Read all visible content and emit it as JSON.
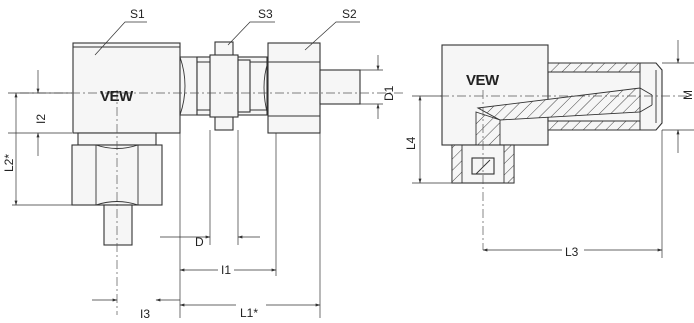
{
  "brand": "VEW",
  "labels": {
    "S1": "S1",
    "S2": "S2",
    "S3": "S3",
    "D1": "D1",
    "I2": "I2",
    "L2": "L2*",
    "D": "D",
    "I1": "I1",
    "I3": "I3",
    "L1": "L1*",
    "L3": "L3",
    "L4": "L4",
    "M": "M"
  }
}
